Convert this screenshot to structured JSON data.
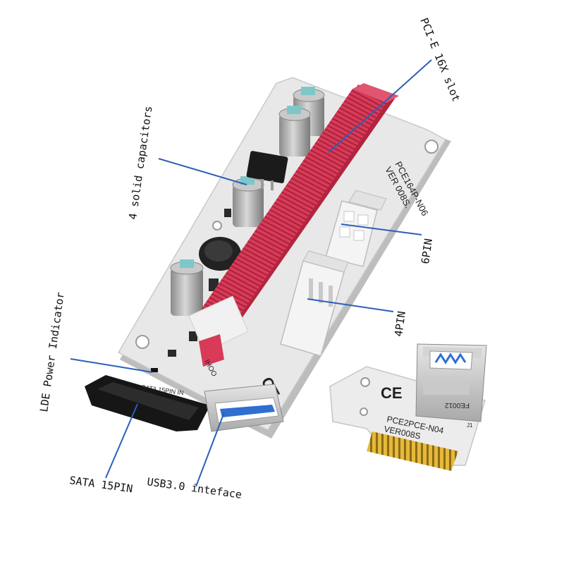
{
  "labels": {
    "pcie_slot": "PCI-E 16X slot",
    "capacitors": "4 solid capacitors",
    "six_pin": "6PIN",
    "four_pin": "4PIN",
    "led_indicator": "LDE Power Indicator",
    "sata": "SATA 15PIN",
    "usb": "USB3.0 inteface"
  },
  "board_main": {
    "model_line1": "PCE164P-N06",
    "model_line2": "VER 008S.",
    "sata_silk": "SATA 15PIN IN",
    "small_silk": "IHOO",
    "ce_mark": "CE"
  },
  "board_small": {
    "model_line1": "PCE2PCE-N04",
    "model_line2": "VER008S",
    "chip_mark": "FE0012",
    "ce_mark": "CE",
    "j_mark": "J1"
  },
  "colors": {
    "pcb": "#e8e8e8",
    "slot": "#d83a57",
    "connector_white": "#f4f4f4",
    "usb_blue": "#2f6fd0",
    "leader_line": "#2b5fb8"
  }
}
